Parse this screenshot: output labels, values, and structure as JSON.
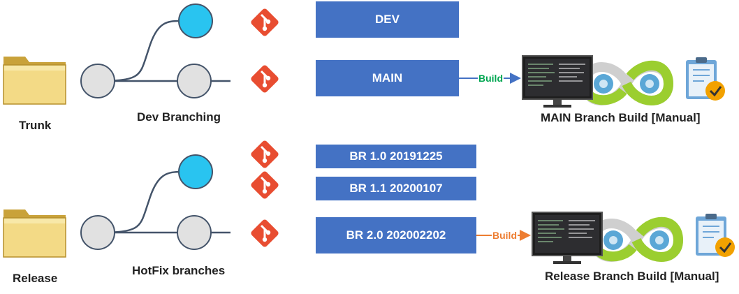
{
  "trunk": {
    "label": "Trunk"
  },
  "release": {
    "label": "Release"
  },
  "dev_branching": {
    "label": "Dev Branching"
  },
  "hotfix_branches": {
    "label": "HotFix branches"
  },
  "branches": {
    "dev": "DEV",
    "main": "MAIN",
    "br10": "BR 1.0 20191225",
    "br11": "BR 1.1 20200107",
    "br20": "BR 2.0 202002202"
  },
  "builds": {
    "main_arrow_label": "Build",
    "release_arrow_label": "Build",
    "main_caption": "MAIN Branch Build [Manual]",
    "release_caption": "Release Branch Build [Manual]"
  },
  "colors": {
    "branch_box": "#4472c4",
    "node_gray": "#e1e1e1",
    "node_cyan": "#29c4f0",
    "git_red": "#e84d31",
    "main_build_green": "#00a651",
    "release_build_orange": "#ed7d31",
    "arrow_blue": "#4472c4"
  },
  "icons": {
    "folder": "folder-icon",
    "git": "git-icon",
    "monitor": "monitor-icon",
    "devops": "devops-infinity-icon",
    "checklist": "checklist-icon"
  }
}
